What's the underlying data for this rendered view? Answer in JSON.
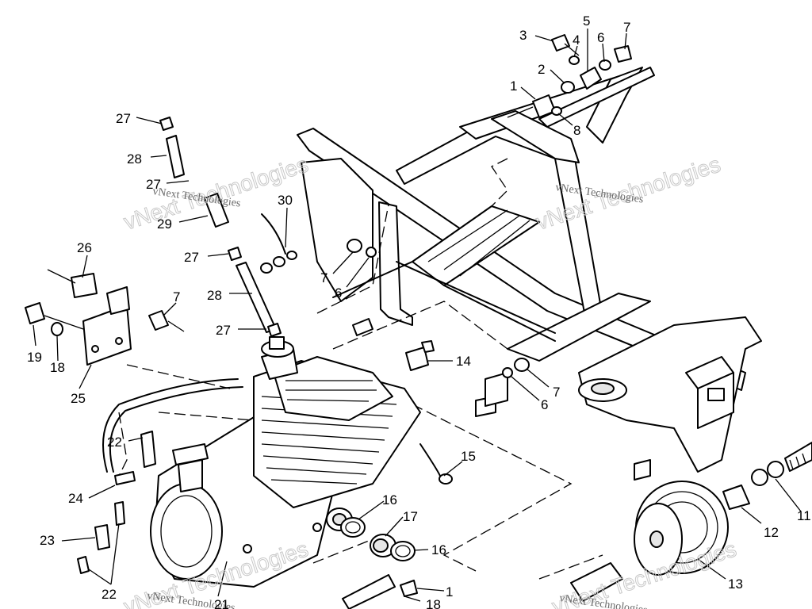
{
  "callouts": [
    {
      "id": "c1a",
      "text": "1"
    },
    {
      "id": "c2",
      "text": "2"
    },
    {
      "id": "c3",
      "text": "3"
    },
    {
      "id": "c4",
      "text": "4"
    },
    {
      "id": "c5",
      "text": "5"
    },
    {
      "id": "c6a",
      "text": "6"
    },
    {
      "id": "c7a",
      "text": "7"
    },
    {
      "id": "c8",
      "text": "8"
    },
    {
      "id": "c27a",
      "text": "27"
    },
    {
      "id": "c28a",
      "text": "28"
    },
    {
      "id": "c27b",
      "text": "27"
    },
    {
      "id": "c29",
      "text": "29"
    },
    {
      "id": "c30",
      "text": "30"
    },
    {
      "id": "c27c",
      "text": "27"
    },
    {
      "id": "c7b",
      "text": "7"
    },
    {
      "id": "c6b",
      "text": "6"
    },
    {
      "id": "c26",
      "text": "26"
    },
    {
      "id": "c7c",
      "text": "7"
    },
    {
      "id": "c28b",
      "text": "28"
    },
    {
      "id": "c27d",
      "text": "27"
    },
    {
      "id": "c19",
      "text": "19"
    },
    {
      "id": "c18a",
      "text": "18"
    },
    {
      "id": "c25",
      "text": "25"
    },
    {
      "id": "c14",
      "text": "14"
    },
    {
      "id": "c7d",
      "text": "7"
    },
    {
      "id": "c6c",
      "text": "6"
    },
    {
      "id": "c22a",
      "text": "22"
    },
    {
      "id": "c15",
      "text": "15"
    },
    {
      "id": "c24",
      "text": "24"
    },
    {
      "id": "c16a",
      "text": "16"
    },
    {
      "id": "c17",
      "text": "17"
    },
    {
      "id": "c16b",
      "text": "16"
    },
    {
      "id": "c23",
      "text": "23"
    },
    {
      "id": "c22b",
      "text": "22"
    },
    {
      "id": "c21",
      "text": "21"
    },
    {
      "id": "c18b",
      "text": "18"
    },
    {
      "id": "c1b",
      "text": "1"
    },
    {
      "id": "c12",
      "text": "12"
    },
    {
      "id": "c11",
      "text": "11"
    },
    {
      "id": "c13",
      "text": "13"
    }
  ],
  "watermarks": {
    "brand_large": "vNext Technologies",
    "brand_small": "vNext Technologies"
  },
  "colors": {
    "line": "#000000",
    "background": "#ffffff",
    "watermark": "#c8c8c8"
  }
}
